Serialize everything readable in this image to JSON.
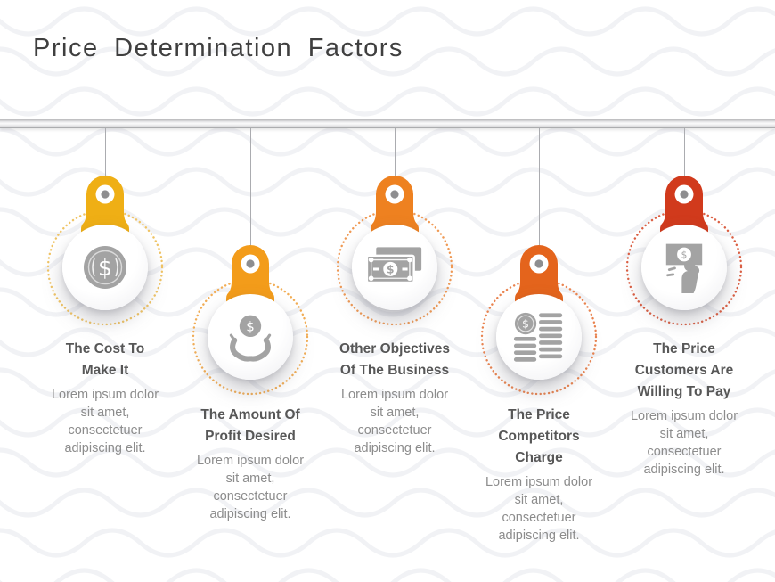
{
  "slide": {
    "title": "Price Determination Factors"
  },
  "colors": {
    "icon_color": "#A3A3A3",
    "title_text": "#3F3F3F",
    "heading_text": "#575757",
    "body_text": "#8C8C8C",
    "rod_gray": "#C9C9CB",
    "string_gray": "#ABACB0",
    "wave_pattern": "#EEF0F3"
  },
  "items": [
    {
      "title": "The Cost To\nMake It",
      "body": "Lorem ipsum dolor\nsit amet,\nconsectetuer\nadipiscing elit.",
      "tag_color": "#EFAF15",
      "ring_color": "#F0C465",
      "icon": "coin-dollar-icon"
    },
    {
      "title": "The Amount Of\nProfit Desired",
      "body": "Lorem ipsum dolor\nsit amet,\nconsectetuer\nadipiscing elit.",
      "tag_color": "#F39C1A",
      "ring_color": "#F2AE57",
      "icon": "hands-holding-coin-icon"
    },
    {
      "title": "Other Objectives\nOf The Business",
      "body": "Lorem ipsum dolor\nsit amet,\nconsectetuer\nadipiscing elit.",
      "tag_color": "#EE8120",
      "ring_color": "#F09A55",
      "icon": "banknotes-icon"
    },
    {
      "title": "The Price\nCompetitors\nCharge",
      "body": "Lorem ipsum dolor\nsit amet,\nconsectetuer\nadipiscing elit.",
      "tag_color": "#E4641C",
      "ring_color": "#EA8450",
      "icon": "coin-stacks-icon"
    },
    {
      "title": "The Price\nCustomers Are\nWilling To Pay",
      "body": "Lorem ipsum dolor\nsit amet,\nconsectetuer\nadipiscing elit.",
      "tag_color": "#D13A1C",
      "ring_color": "#DB5F43",
      "icon": "hand-paying-icon"
    }
  ]
}
